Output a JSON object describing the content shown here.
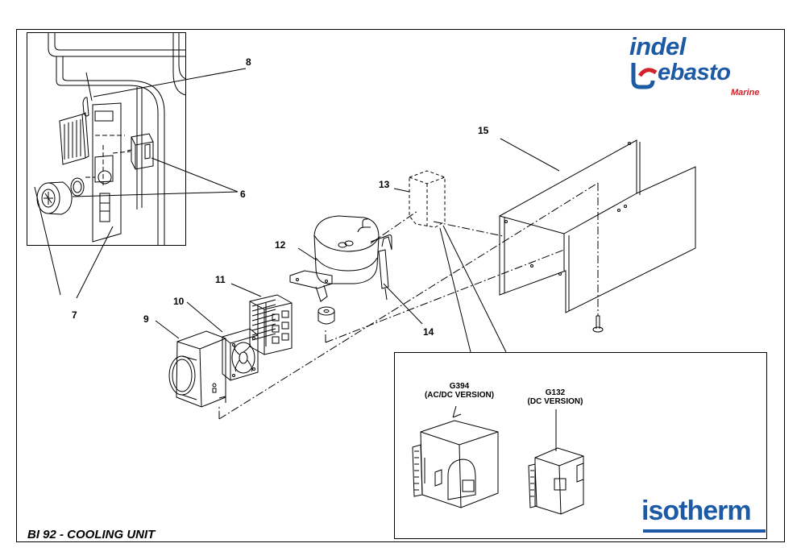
{
  "title": "BI 92 - COOLING UNIT",
  "brand": {
    "indel_word": "indel",
    "webasto_word": "ebasto",
    "marine_word": "Marine",
    "isotherm_word": "isotherm",
    "blue": "#1c5aa6",
    "red": "#d2232a"
  },
  "callouts": [
    "6",
    "7",
    "8",
    "9",
    "10",
    "11",
    "12",
    "13",
    "14",
    "15"
  ],
  "controllers": [
    {
      "code": "G394",
      "version": "(AC/DC VERSION)"
    },
    {
      "code": "G132",
      "version": "(DC VERSION)"
    }
  ]
}
